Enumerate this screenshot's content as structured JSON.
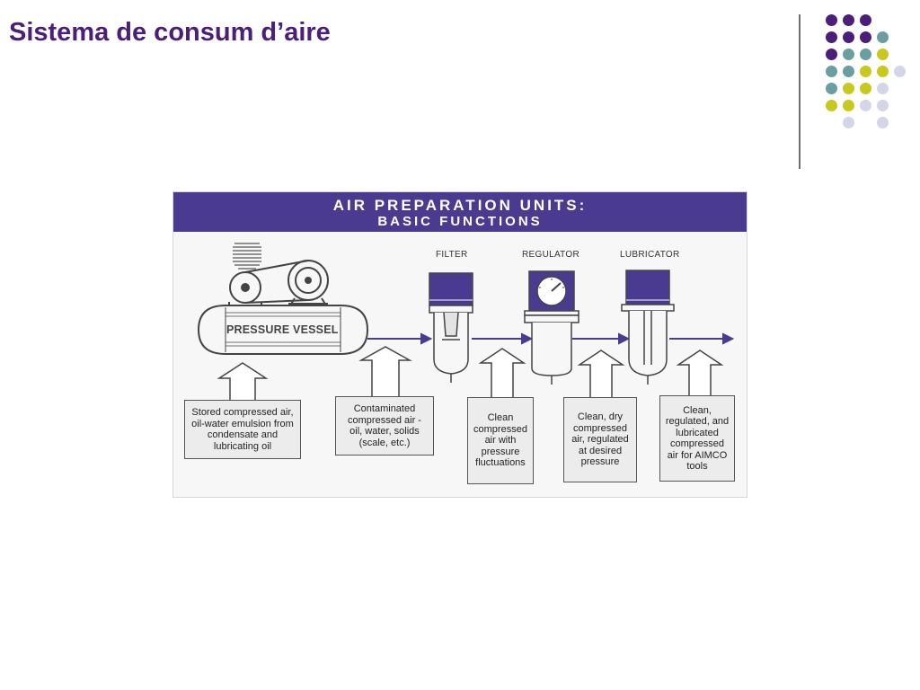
{
  "slide": {
    "title": "Sistema de consum d’aire"
  },
  "decoration": {
    "dot_colors": {
      "purple": "#4b1e79",
      "teal": "#6b9ea0",
      "yellow": "#c8c81e",
      "lilac": "#d5d5e8"
    }
  },
  "diagram": {
    "header_line1": "AIR PREPARATION UNITS:",
    "header_line2": "BASIC FUNCTIONS",
    "vessel_label": "PRESSURE VESSEL",
    "units": [
      {
        "label": "FILTER"
      },
      {
        "label": "REGULATOR"
      },
      {
        "label": "LUBRICATOR"
      }
    ],
    "descriptions": [
      {
        "lines": [
          "Stored compressed air,",
          "oil-water emulsion from",
          "condensate and",
          "lubricating oil"
        ]
      },
      {
        "lines": [
          "Contaminated",
          "compressed air -",
          "oil, water, solids",
          "(scale, etc.)"
        ]
      },
      {
        "lines": [
          "Clean",
          "compressed",
          "air with",
          "pressure",
          "fluctuations"
        ]
      },
      {
        "lines": [
          "Clean, dry",
          "compressed",
          "air, regulated",
          "at desired",
          "pressure"
        ]
      },
      {
        "lines": [
          "Clean,",
          "regulated, and",
          "lubricated",
          "compressed",
          "air for AIMCO",
          "tools"
        ]
      }
    ],
    "colors": {
      "header_bg": "#4a3a90",
      "unit_cap": "#4a3a90",
      "flow_arrow": "#4a3a90",
      "line": "#555555"
    }
  }
}
